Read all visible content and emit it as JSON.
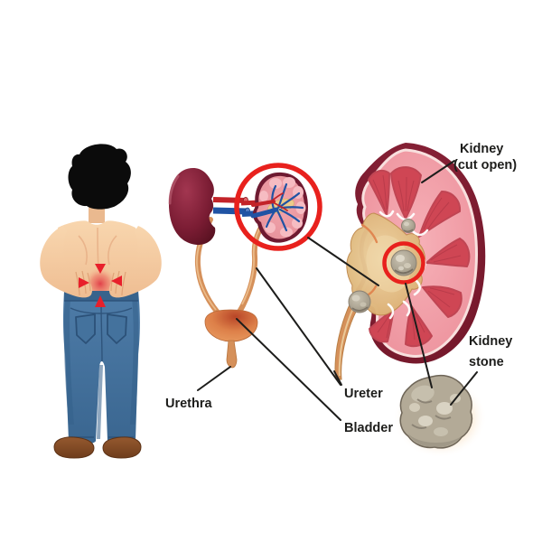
{
  "labels": {
    "kidney_cut_open": [
      "Kidney",
      "(cut open)"
    ],
    "kidney_stone": [
      "Kidney",
      "stone"
    ],
    "ureter": "Ureter",
    "bladder": "Bladder",
    "urethra": "Urethra"
  },
  "colors": {
    "background": "#ffffff",
    "label_text": "#1d1d1b",
    "annotation_line": "#1d1d1b",
    "highlight_ring": "#e8211d",
    "pain_red": "#e8202b",
    "skin": "#f6cfa6",
    "hair_black": "#0b0b0b",
    "jeans_blue": "#44749f",
    "shoe_brown": "#7d431f",
    "kidney_maroon": "#6d1426",
    "cortex_pink": "#ef9aa3",
    "pyramid_red": "#cf4654",
    "renal_pelvis_tan": "#dcaf74",
    "ureter_tan": "#d5905a",
    "bladder_orange": "#dd8049",
    "artery_red": "#c32329",
    "vein_blue": "#2053a4",
    "stone_gray": "#a89f92"
  }
}
